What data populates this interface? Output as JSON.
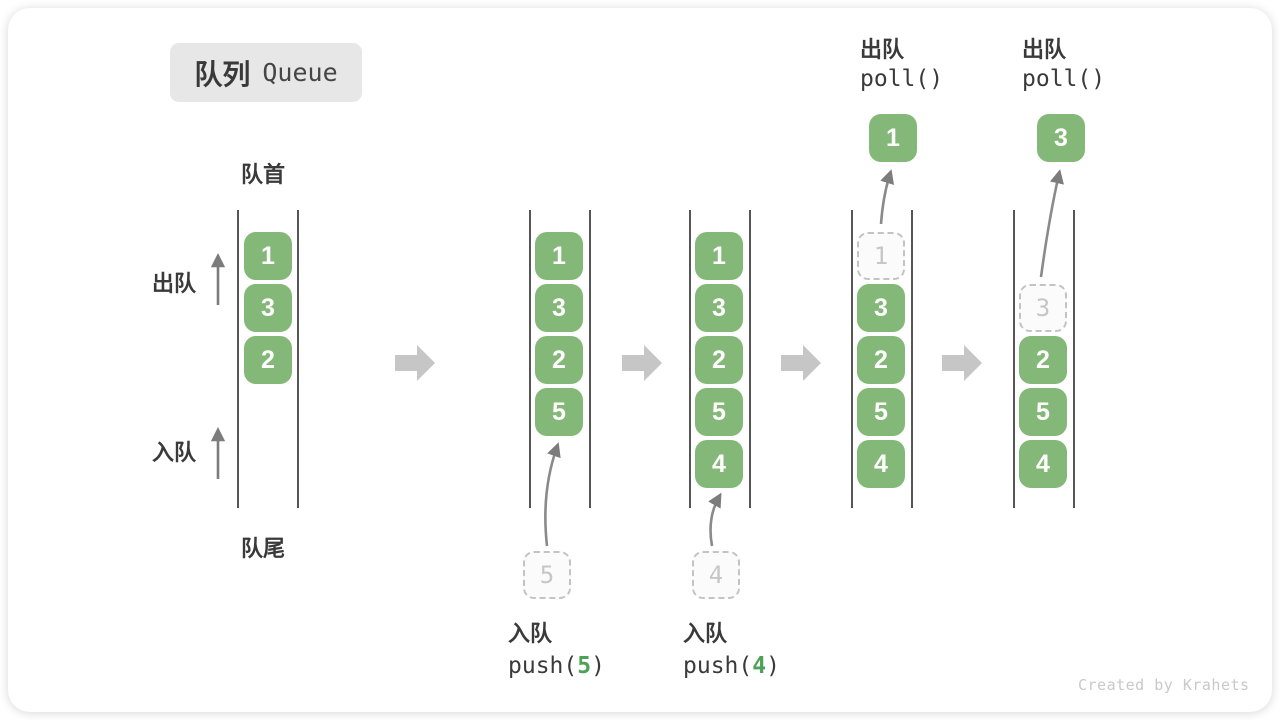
{
  "title": {
    "zh": "队列",
    "en": "Queue"
  },
  "axis_labels": {
    "front": "队首",
    "rear": "队尾",
    "dequeue": "出队",
    "enqueue": "入队"
  },
  "states": [
    {
      "items": [
        "1",
        "3",
        "2"
      ]
    },
    {
      "items": [
        "1",
        "3",
        "2",
        "5"
      ],
      "staged": "5"
    },
    {
      "items": [
        "1",
        "3",
        "2",
        "5",
        "4"
      ],
      "staged": "4"
    },
    {
      "items": [
        "3",
        "2",
        "5",
        "4"
      ],
      "removed": "1"
    },
    {
      "items": [
        "2",
        "5",
        "4"
      ],
      "removed": "3"
    }
  ],
  "operations": {
    "push5": {
      "label": "入队",
      "code_prefix": "push(",
      "arg": "5",
      "code_suffix": ")"
    },
    "push4": {
      "label": "入队",
      "code_prefix": "push(",
      "arg": "4",
      "code_suffix": ")"
    },
    "poll1": {
      "label": "出队",
      "code": "poll()",
      "result": "1"
    },
    "poll2": {
      "label": "出队",
      "code": "poll()",
      "result": "3"
    }
  },
  "watermark": "Created by Krahets",
  "colors": {
    "item_green": "#84b878",
    "code_arg_green": "#4ea257",
    "block_arrow_gray": "#c6c6c6",
    "line_arrow_gray": "#888888",
    "badge_bg": "#e7e7e7"
  }
}
